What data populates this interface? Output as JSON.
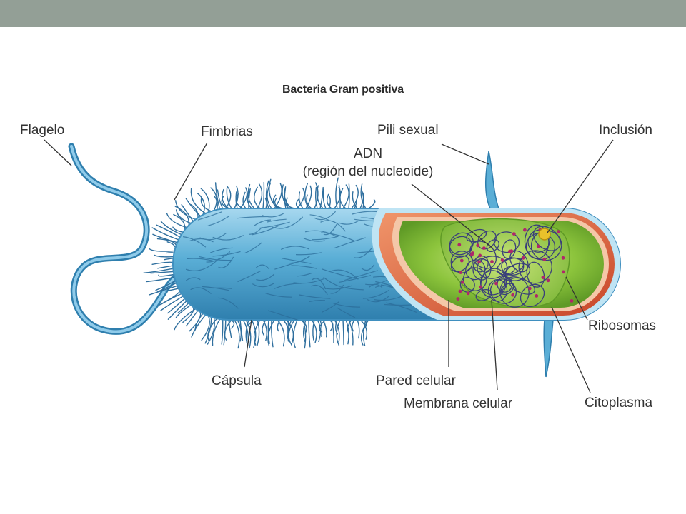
{
  "slide": {
    "header_color": "#939f96"
  },
  "diagram": {
    "title": "Bacteria Gram positiva",
    "labels": {
      "flagelo": "Flagelo",
      "fimbrias": "Fimbrias",
      "pili_sexual": "Pili sexual",
      "inclusion": "Inclusión",
      "adn": "ADN",
      "adn_sub": "(región del nucleoide)",
      "ribosomas": "Ribosomas",
      "capsula": "Cápsula",
      "pared_celular": "Pared celular",
      "membrana_celular": "Membrana celular",
      "citoplasma": "Citoplasma"
    },
    "colors": {
      "capsule": "#5aaed6",
      "cell_wall": "#d9603a",
      "cytoplasm": "#8cc43c",
      "nucleoid": "#3a3f7a",
      "ribosome": "#b0276a",
      "inclusion": "#e9c12b"
    }
  }
}
